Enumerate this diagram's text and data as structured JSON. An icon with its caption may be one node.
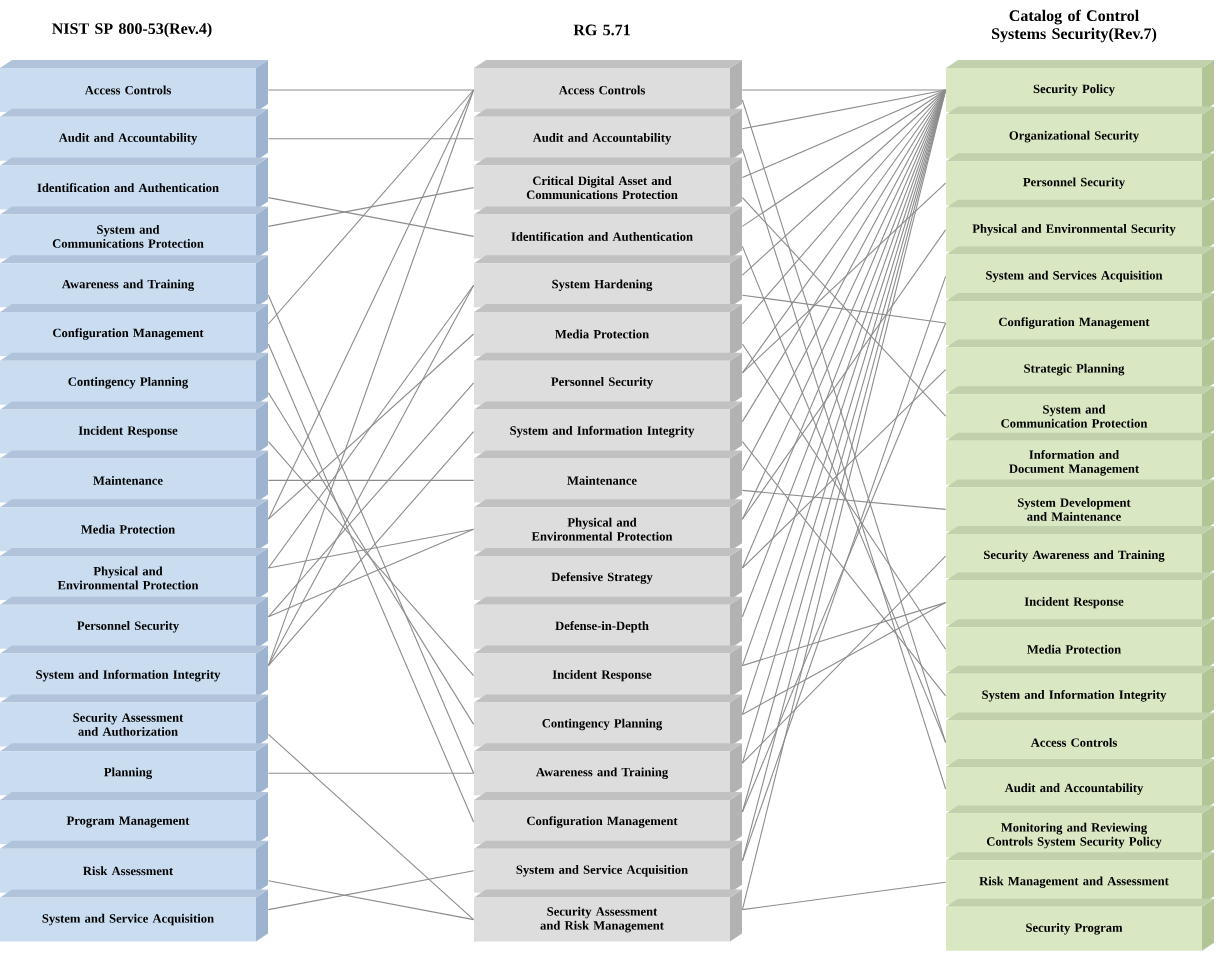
{
  "diagram": {
    "nodes": [
      {
        "text": [
          "Access Controls"
        ]
      },
      {
        "text": [
          "Audit and Accountability"
        ]
      },
      {
        "text": [
          "Identification and Authentication"
        ]
      },
      {
        "text": [
          "System and Communications Protection"
        ]
      },
      {
        "text": [
          "Awareness and Training"
        ]
      },
      {
        "text": [
          "Configuration Management"
        ]
      },
      {
        "text": [
          "Contingency Planning"
        ]
      },
      {
        "text": [
          "Incident Response"
        ]
      },
      {
        "text": [
          "Maintenance"
        ]
      },
      {
        "text": [
          "Media Protection"
        ]
      },
      {
        "text": [
          "Physical and Environmental Protection"
        ]
      },
      {
        "text": [
          "Personnel Security"
        ]
      },
      {
        "text": [
          "System and Information Integrity"
        ]
      },
      {
        "text": [
          "Security Assessment and Authorization"
        ]
      },
      {
        "text": [
          "Planning"
        ]
      },
      {
        "text": [
          "Program Management"
        ]
      },
      {
        "text": [
          "Risk Assessment"
        ]
      },
      {
        "text": [
          "System and Service Acquisition"
        ]
      },
      {
        "text": [
          "Access Controls"
        ]
      },
      {
        "text": [
          "Audit and Accountability"
        ]
      },
      {
        "text": [
          "Critical Digital Asset and Communications Protection"
        ]
      },
      {
        "text": [
          "Identification and Authentication"
        ]
      },
      {
        "text": [
          "System Hardening"
        ]
      },
      {
        "text": [
          "Media Protection"
        ]
      },
      {
        "text": [
          "Personnel Security"
        ]
      },
      {
        "text": [
          "System and Information Integrity"
        ]
      },
      {
        "text": [
          "Maintenance"
        ]
      },
      {
        "text": [
          "Physical and Environmental Protection"
        ]
      },
      {
        "text": [
          "Defensive Strategy"
        ]
      },
      {
        "text": [
          "Defense-in-Depth"
        ]
      },
      {
        "text": [
          "Incident Response"
        ]
      },
      {
        "text": [
          "Contingency Planning"
        ]
      },
      {
        "text": [
          "Awareness and Training"
        ]
      },
      {
        "text": [
          "Configuration Management"
        ]
      },
      {
        "text": [
          "System and Service Acquisition"
        ]
      },
      {
        "text": [
          "Security Assessment and Risk Management"
        ]
      },
      {
        "text": [
          "Security Policy"
        ]
      },
      {
        "text": [
          "Organizational Security"
        ]
      },
      {
        "text": [
          "Personnel Security"
        ]
      },
      {
        "text": [
          "Physical and Environmental Security"
        ]
      },
      {
        "text": [
          "System and Services Acquisition"
        ]
      },
      {
        "text": [
          "Configuration Management"
        ]
      },
      {
        "text": [
          "Strategic Planning"
        ]
      },
      {
        "text": [
          "System and Communication Protection"
        ]
      },
      {
        "text": [
          "Information and Document Management"
        ]
      },
      {
        "text": [
          "System Development and Maintenance"
        ]
      },
      {
        "text": [
          "Security Awareness and Training"
        ]
      },
      {
        "text": [
          "Incident Response"
        ]
      },
      {
        "text": [
          "Media Protection"
        ]
      },
      {
        "text": [
          "System and Information Integrity"
        ]
      },
      {
        "text": [
          "Access Controls"
        ]
      },
      {
        "text": [
          "Audit and Accountability"
        ]
      },
      {
        "text": [
          "Monitoring and Reviewing Controls System Security Policy"
        ]
      },
      {
        "text": [
          "Risk Management and Assessment"
        ]
      },
      {
        "text": [
          "Security Program"
        ]
      }
    ],
    "edges": [
      {
        "from": 0,
        "to": 18,
        "arrow": "none"
      },
      {
        "from": 1,
        "to": 19,
        "arrow": "none"
      },
      {
        "from": 2,
        "to": 21,
        "arrow": "none"
      },
      {
        "from": 3,
        "to": 20,
        "arrow": "none"
      },
      {
        "from": 4,
        "to": 32,
        "arrow": "none"
      },
      {
        "from": 5,
        "to": 33,
        "arrow": "none"
      },
      {
        "from": 5,
        "to": 18,
        "arrow": "none"
      },
      {
        "from": 6,
        "to": 31,
        "arrow": "none"
      },
      {
        "from": 7,
        "to": 30,
        "arrow": "none"
      },
      {
        "from": 8,
        "to": 26,
        "arrow": "none"
      },
      {
        "from": 9,
        "to": 23,
        "arrow": "none"
      },
      {
        "from": 9,
        "to": 18,
        "arrow": "none"
      },
      {
        "from": 10,
        "to": 27,
        "arrow": "none"
      },
      {
        "from": 10,
        "to": 22,
        "arrow": "none"
      },
      {
        "from": 11,
        "to": 24,
        "arrow": "none"
      },
      {
        "from": 11,
        "to": 27,
        "arrow": "none"
      },
      {
        "from": 12,
        "to": 25,
        "arrow": "none"
      },
      {
        "from": 12,
        "to": 18,
        "arrow": "none"
      },
      {
        "from": 12,
        "to": 22,
        "arrow": "none"
      },
      {
        "from": 13,
        "to": 35,
        "arrow": "none"
      },
      {
        "from": 14,
        "to": 32,
        "arrow": "none"
      },
      {
        "from": 16,
        "to": 35,
        "arrow": "none"
      },
      {
        "from": 17,
        "to": 34,
        "arrow": "none"
      },
      {
        "from": 18,
        "to": 36,
        "arrow": "none"
      },
      {
        "from": 19,
        "to": 36,
        "arrow": "none"
      },
      {
        "from": 20,
        "to": 36,
        "arrow": "none"
      },
      {
        "from": 21,
        "to": 36,
        "arrow": "none"
      },
      {
        "from": 22,
        "to": 36,
        "arrow": "none"
      },
      {
        "from": 23,
        "to": 36,
        "arrow": "none"
      },
      {
        "from": 24,
        "to": 36,
        "arrow": "none"
      },
      {
        "from": 25,
        "to": 36,
        "arrow": "none"
      },
      {
        "from": 26,
        "to": 36,
        "arrow": "none"
      },
      {
        "from": 27,
        "to": 36,
        "arrow": "none"
      },
      {
        "from": 28,
        "to": 36,
        "arrow": "none"
      },
      {
        "from": 29,
        "to": 36,
        "arrow": "none"
      },
      {
        "from": 30,
        "to": 36,
        "arrow": "none"
      },
      {
        "from": 31,
        "to": 36,
        "arrow": "none"
      },
      {
        "from": 32,
        "to": 36,
        "arrow": "none"
      },
      {
        "from": 33,
        "to": 36,
        "arrow": "none"
      },
      {
        "from": 34,
        "to": 36,
        "arrow": "none"
      },
      {
        "from": 35,
        "to": 36,
        "arrow": "none"
      },
      {
        "from": 18,
        "to": 50,
        "arrow": "none"
      },
      {
        "from": 19,
        "to": 51,
        "arrow": "none"
      },
      {
        "from": 20,
        "to": 43,
        "arrow": "none"
      },
      {
        "from": 21,
        "to": 50,
        "arrow": "none"
      },
      {
        "from": 22,
        "to": 41,
        "arrow": "none"
      },
      {
        "from": 23,
        "to": 48,
        "arrow": "none"
      },
      {
        "from": 24,
        "to": 38,
        "arrow": "none"
      },
      {
        "from": 25,
        "to": 49,
        "arrow": "none"
      },
      {
        "from": 26,
        "to": 45,
        "arrow": "none"
      },
      {
        "from": 27,
        "to": 39,
        "arrow": "none"
      },
      {
        "from": 28,
        "to": 42,
        "arrow": "none"
      },
      {
        "from": 30,
        "to": 47,
        "arrow": "none"
      },
      {
        "from": 31,
        "to": 47,
        "arrow": "none"
      },
      {
        "from": 32,
        "to": 46,
        "arrow": "none"
      },
      {
        "from": 33,
        "to": 41,
        "arrow": "none"
      },
      {
        "from": 34,
        "to": 40,
        "arrow": "none"
      },
      {
        "from": 35,
        "to": 53,
        "arrow": "none"
      }
    ],
    "labels": [
      "NIST SP 800-53(Rev.4)",
      "RG 5.71",
      "Catalog of Control Systems Security(Rev.7)"
    ]
  }
}
